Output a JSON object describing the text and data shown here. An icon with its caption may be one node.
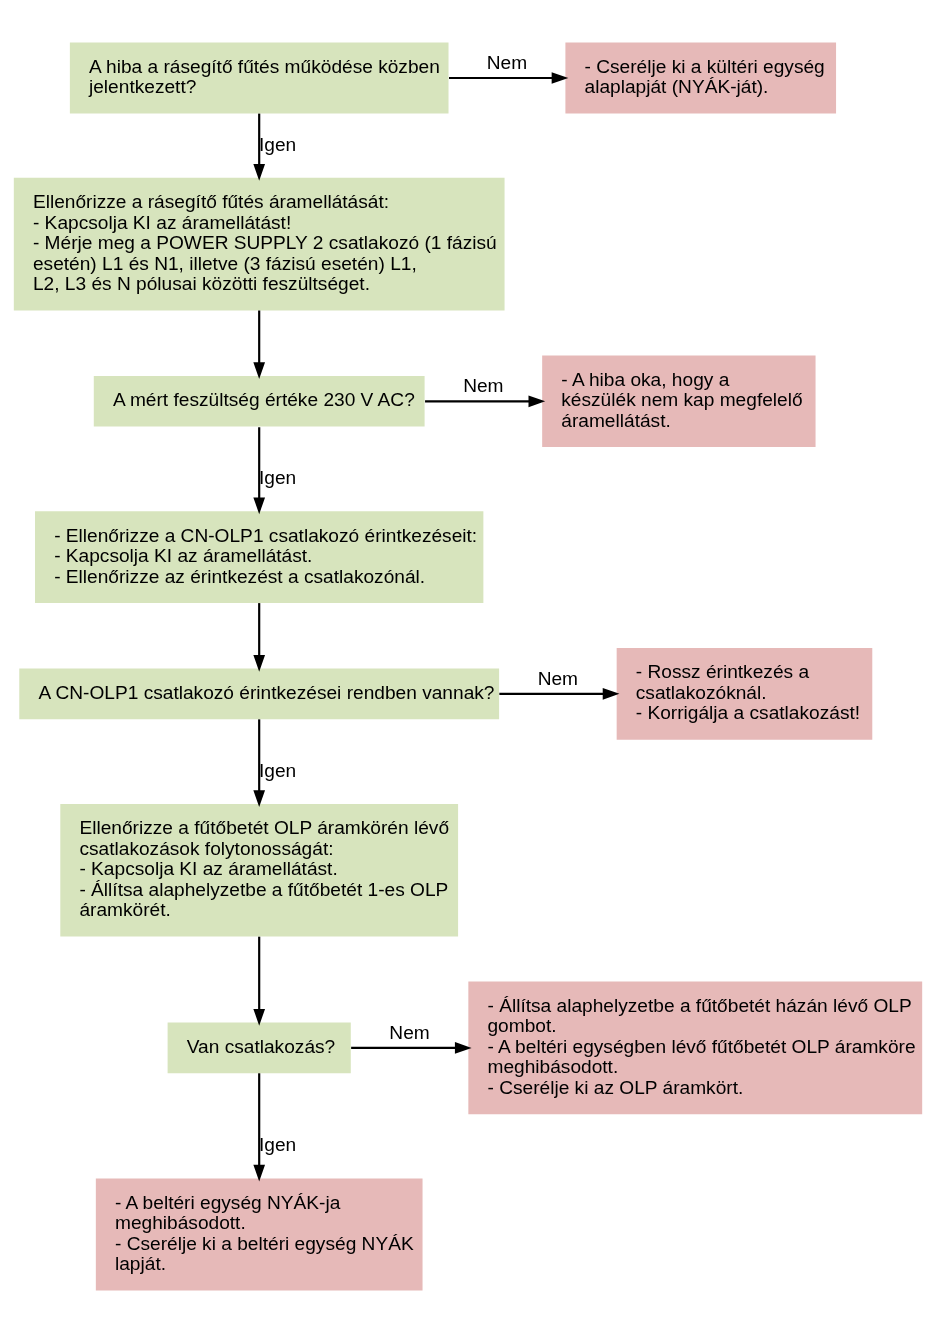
{
  "diagram": {
    "nodes": [
      {
        "text": [
          "A hiba a rásegítő fűtés működése közben jelentkezett?"
        ]
      },
      {
        "text": [
          "- Cserélje ki a kültéri egység alaplapját (NYÁK-ját)."
        ]
      },
      {
        "text": [
          "Ellenőrizze a rásegítő fűtés áramellátását:",
          "- Kapcsolja KI az áramellátást!",
          "- Mérje meg a POWER SUPPLY 2 csatlakozó (1 fázisú esetén) L1 és N1, illetve (3 fázisú esetén) L1, L2, L3 és N pólusai közötti feszültséget."
        ]
      },
      {
        "text": [
          "A mért feszültség értéke 230 V AC?"
        ]
      },
      {
        "text": [
          "- A hiba oka, hogy a készülék nem kap megfelelő áramellátást."
        ]
      },
      {
        "text": [
          "- Ellenőrizze a CN-OLP1 csatlakozó érintkezéseit:",
          "- Kapcsolja KI az áramellátást.",
          "- Ellenőrizze az érintkezést a csatlakozónál."
        ]
      },
      {
        "text": [
          "A CN-OLP1 csatlakozó érintkezései rendben vannak?"
        ]
      },
      {
        "text": [
          "- Rossz érintkezés a csatlakozóknál.",
          "- Korrigálja a csatlakozást!"
        ]
      },
      {
        "text": [
          "Ellenőrizze a fűtőbetét OLP áramkörén lévő csatlakozások folytonosságát:",
          "- Kapcsolja KI az áramellátást.",
          "- Állítsa alaphelyzetbe a fűtőbetét 1-es OLP áramkörét."
        ]
      },
      {
        "text": [
          "Van csatlakozás?"
        ]
      },
      {
        "text": [
          "- Állítsa alaphelyzetbe a fűtőbetét házán lévő OLP gombot.",
          "- A beltéri egységben lévő fűtőbetét OLP áramköre meghibásodott.",
          "- Cserélje ki az OLP áramkört."
        ]
      },
      {
        "text": [
          "- A beltéri egység NYÁK-ja meghibásodott.",
          "- Cserélje ki a beltéri egység NYÁK lapját."
        ]
      }
    ],
    "edges": [
      {
        "from": 0,
        "to": 1,
        "arrow": "to",
        "label": "Nem"
      },
      {
        "from": 0,
        "to": 2,
        "arrow": "to",
        "label": "Igen"
      },
      {
        "from": 2,
        "to": 3,
        "arrow": "to"
      },
      {
        "from": 3,
        "to": 4,
        "arrow": "to",
        "label": "Nem"
      },
      {
        "from": 3,
        "to": 5,
        "arrow": "to",
        "label": "Igen"
      },
      {
        "from": 5,
        "to": 6,
        "arrow": "to"
      },
      {
        "from": 6,
        "to": 7,
        "arrow": "to",
        "label": "Nem"
      },
      {
        "from": 6,
        "to": 8,
        "arrow": "to",
        "label": "Igen"
      },
      {
        "from": 8,
        "to": 9,
        "arrow": "to"
      },
      {
        "from": 9,
        "to": 10,
        "arrow": "to",
        "label": "Nem"
      },
      {
        "from": 9,
        "to": 11,
        "arrow": "to",
        "label": "Igen"
      }
    ]
  }
}
